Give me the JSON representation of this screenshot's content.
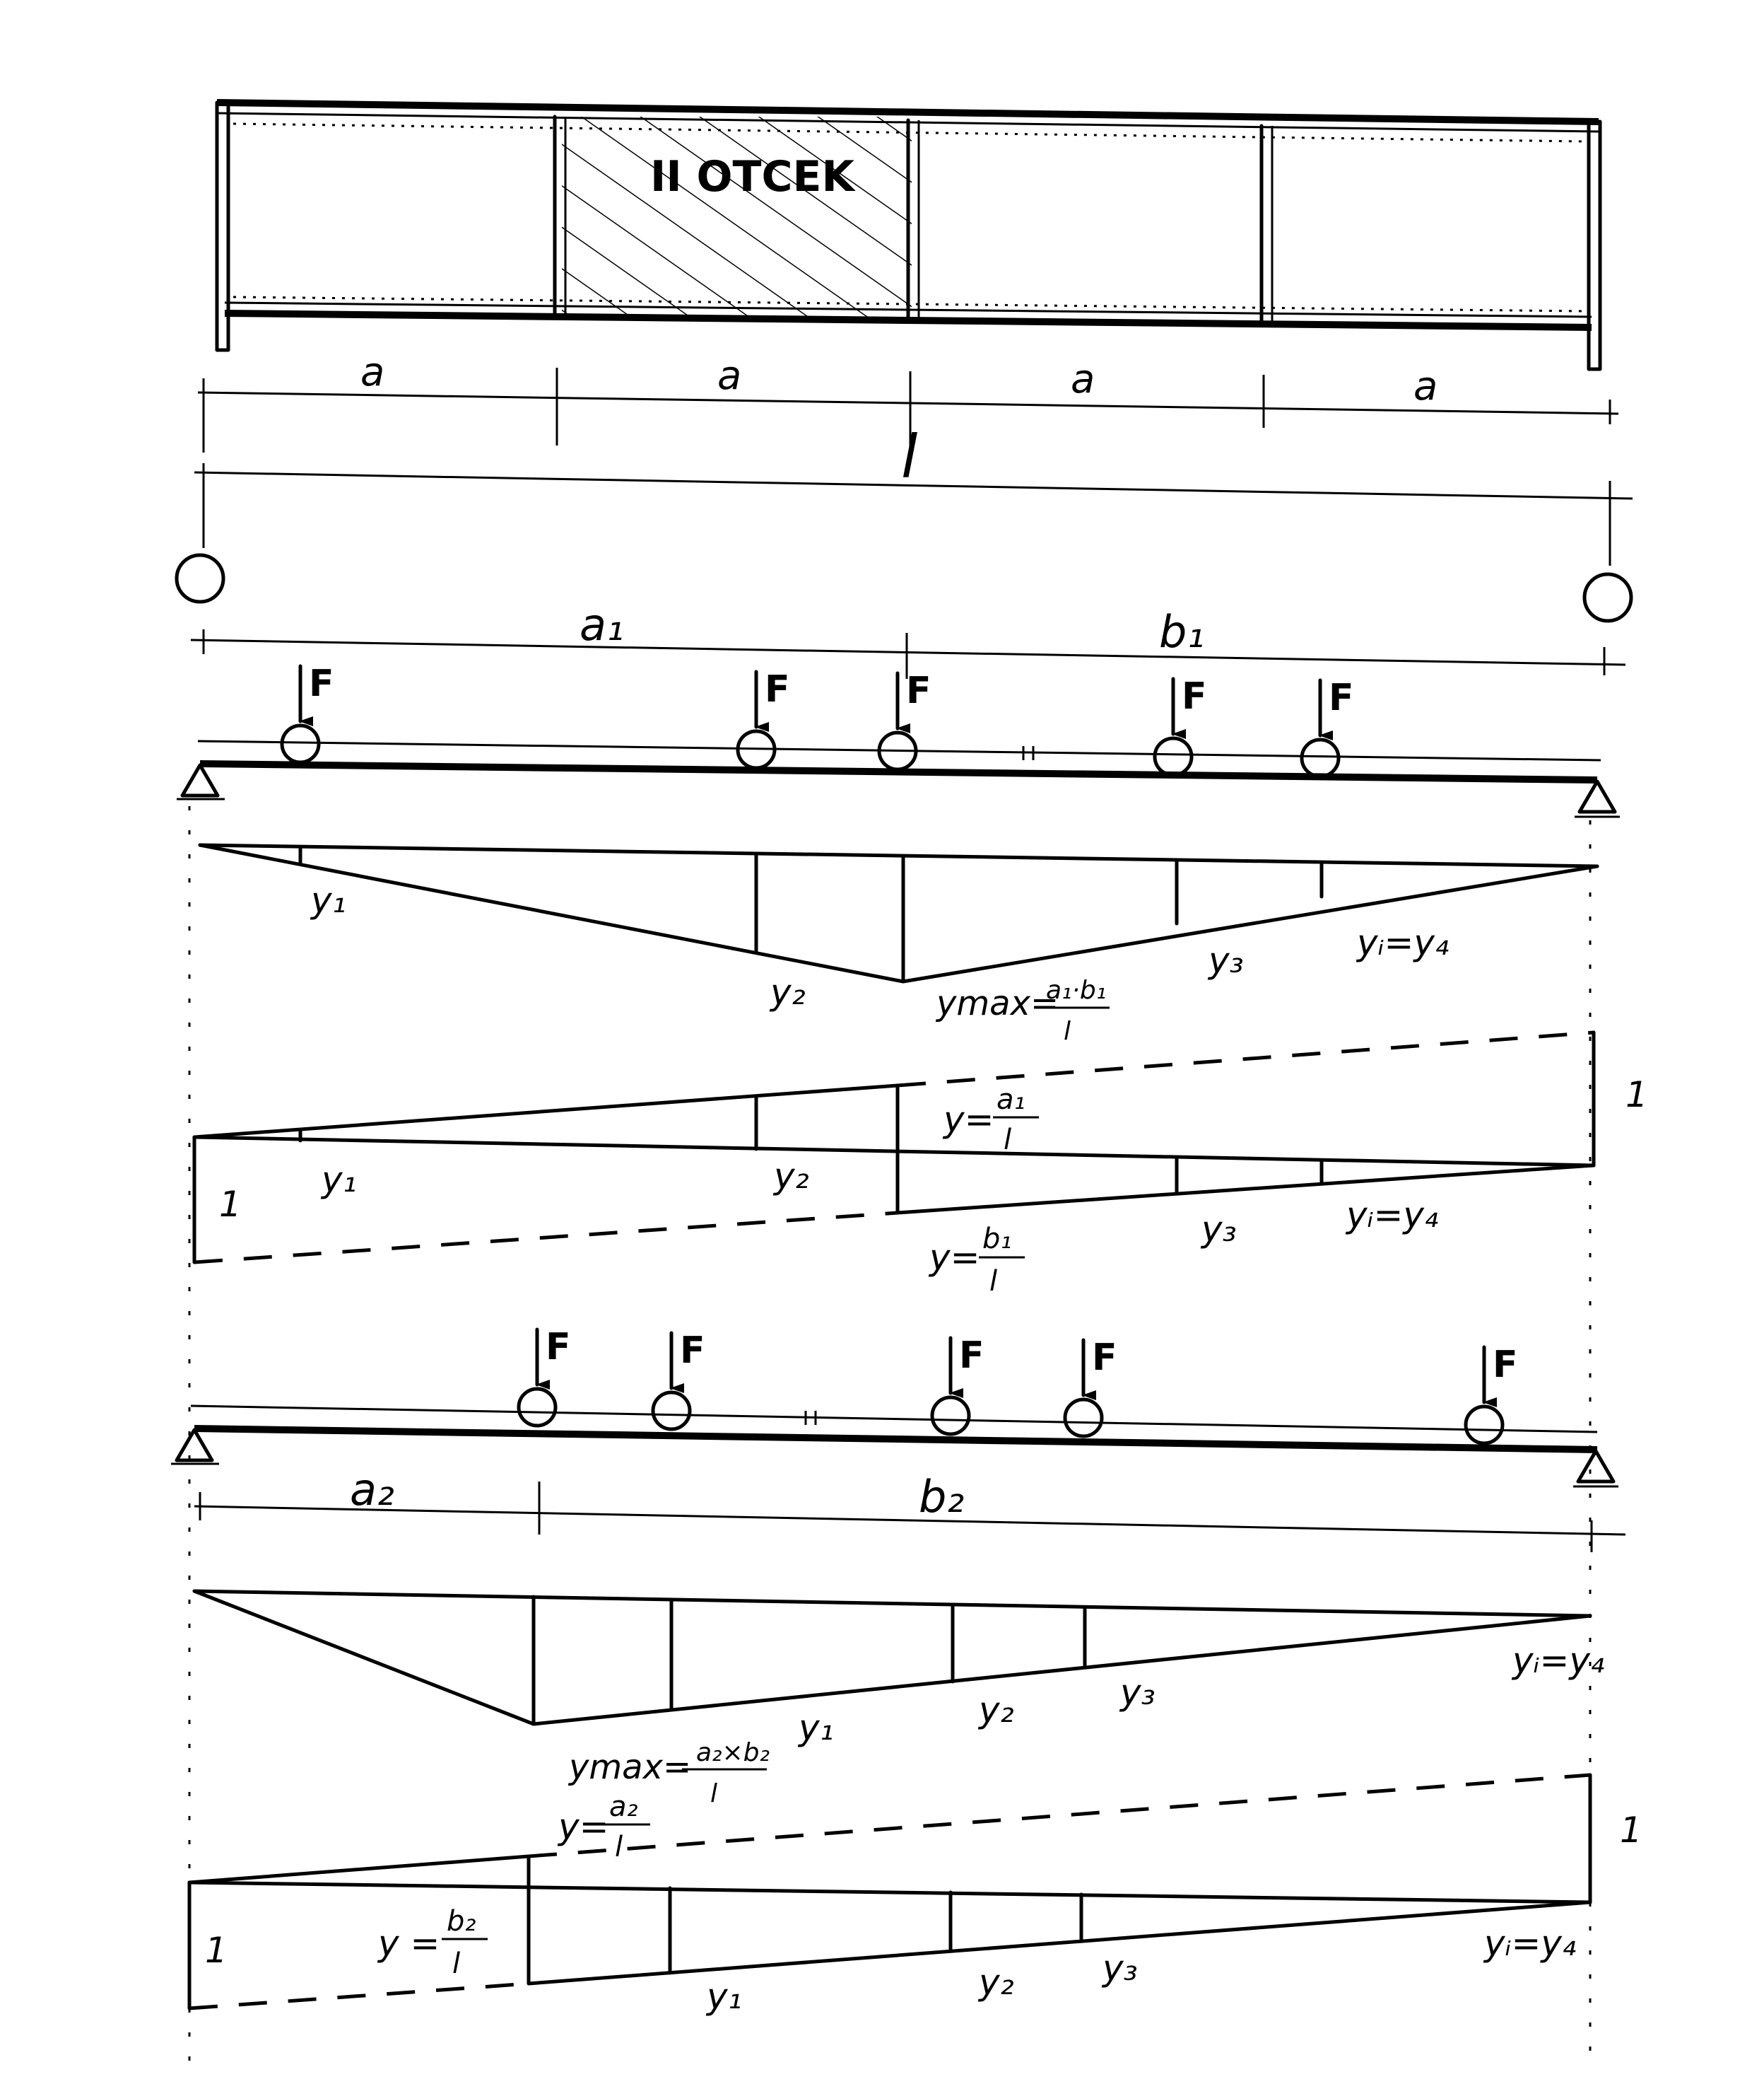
{
  "girder": {
    "compartment_label": "II OTCEK",
    "panel_labels": [
      "a",
      "a",
      "a",
      "a"
    ],
    "span_label": "l"
  },
  "case1": {
    "segment_a": "a₁",
    "segment_b": "b₁",
    "load_label": "F",
    "moment_lines": {
      "y1": "y₁",
      "y2": "y₂",
      "y3": "y₃",
      "yi": "yᵢ=y₄",
      "ymax": "ymax=",
      "ymax_num": "a₁·b₁",
      "ymax_den": "l"
    },
    "shear_lines": {
      "y1": "y₁",
      "y2": "y₂",
      "y3": "y₃",
      "yi": "yᵢ=y₄",
      "ya": "y=",
      "ya_num": "a₁",
      "ya_den": "l",
      "yb": "y=",
      "yb_num": "b₁",
      "yb_den": "l",
      "one_left": "1",
      "one_right": "1"
    }
  },
  "case2": {
    "segment_a": "a₂",
    "segment_b": "b₂",
    "load_label": "F",
    "moment_lines": {
      "y1": "y₁",
      "y2": "y₂",
      "y3": "y₃",
      "yi": "yᵢ=y₄",
      "ymax": "ymax=",
      "ymax_num": "a₂×b₂",
      "ymax_den": "l"
    },
    "shear_lines": {
      "y1": "y₁",
      "y2": "y₂",
      "y3": "y₃",
      "yi": "yᵢ=y₄",
      "ya": "y=",
      "ya_num": "a₂",
      "ya_den": "l",
      "yb": "y =",
      "yb_num": "b₂",
      "yb_den": "l",
      "one_left": "1",
      "one_right": "1"
    }
  }
}
